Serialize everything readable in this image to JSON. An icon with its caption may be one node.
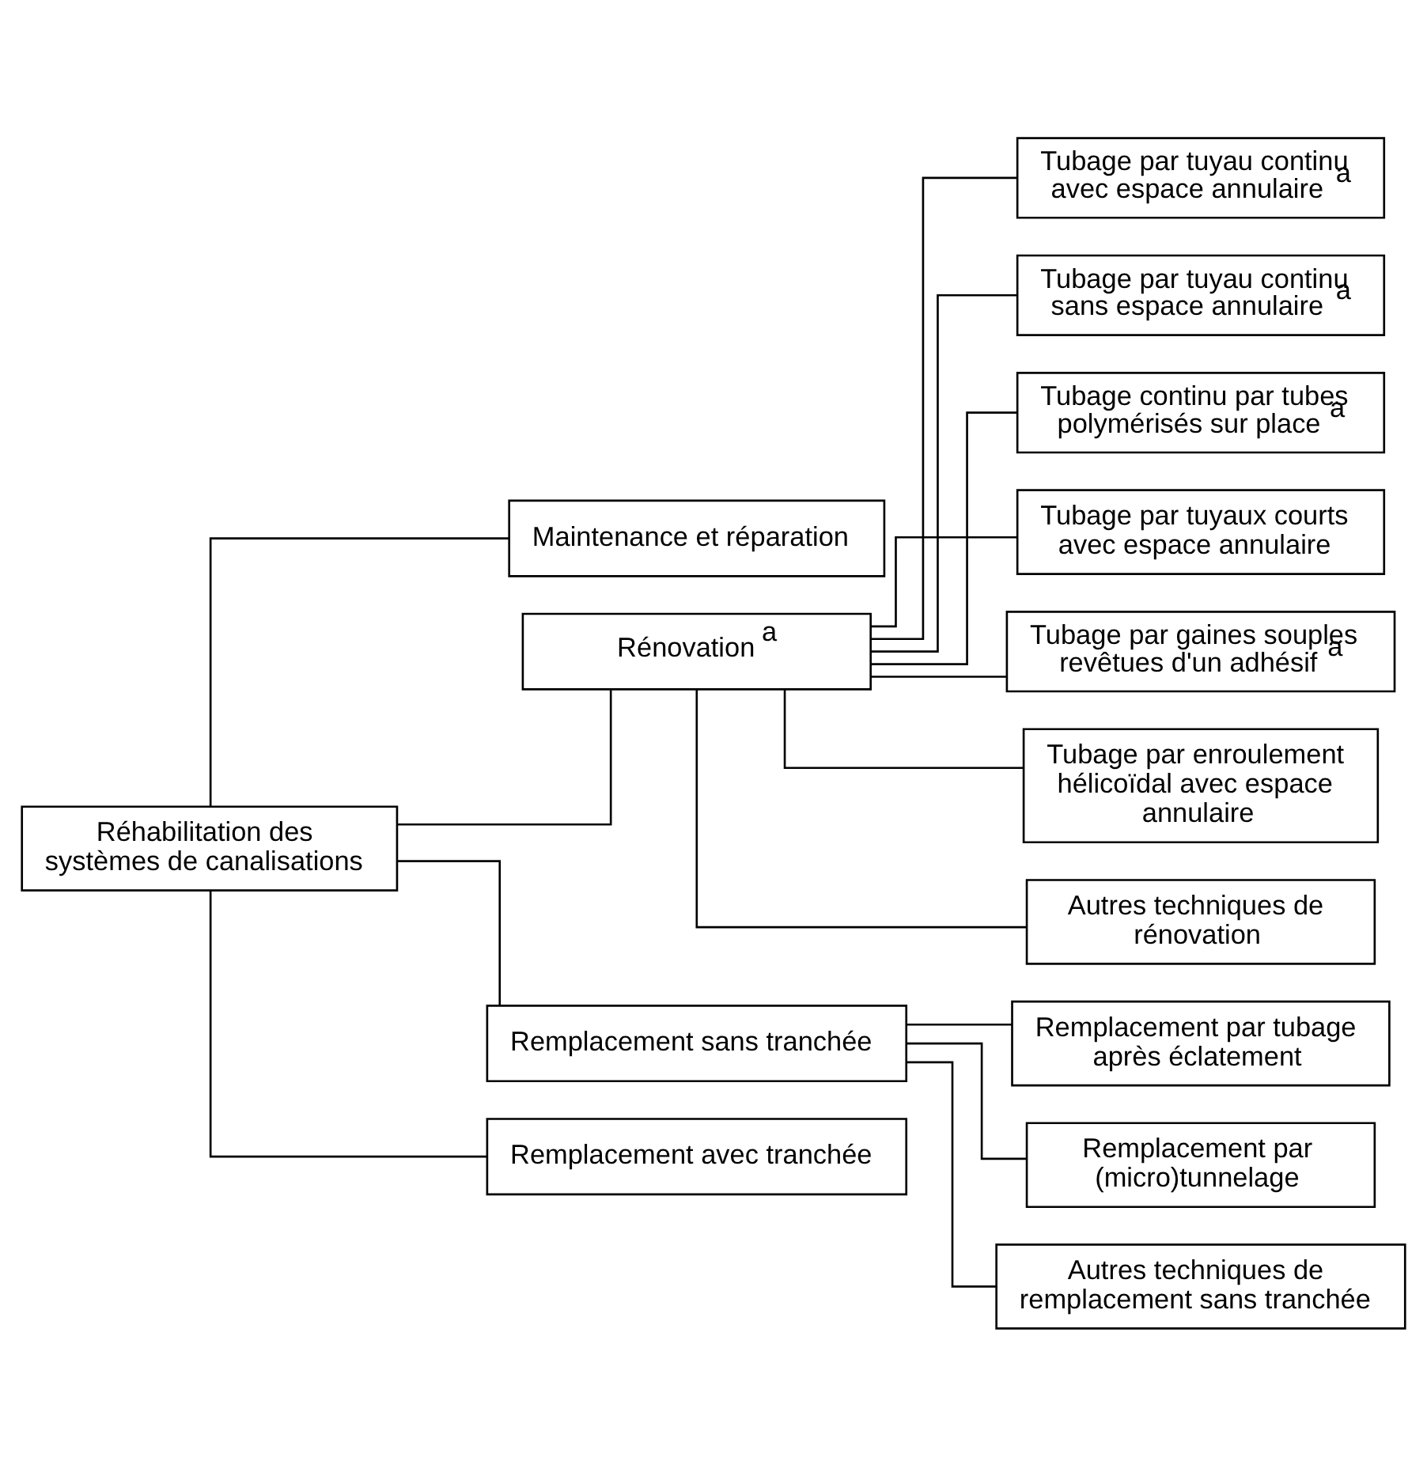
{
  "diagram": {
    "nodes": [
      {
        "text": [
          "Réhabilitation des systèmes de canalisations"
        ]
      },
      {
        "text": [
          "Maintenance et réparation"
        ]
      },
      {
        "text": [
          "Rénovation$^{a}$"
        ]
      },
      {
        "text": [
          "Remplacement sans tranchée"
        ]
      },
      {
        "text": [
          "Remplacement avec tranchée"
        ]
      },
      {
        "text": [
          "Tubage par tuyau continu avec espace annulaire$^{a}$"
        ]
      },
      {
        "text": [
          "Tubage par tuyau continu sans espace annulaire$^{a}$"
        ]
      },
      {
        "text": [
          "Tubage continu par tubes polymérisés sur place$^{a}$"
        ]
      },
      {
        "text": [
          "Tubage par tuyaux courts avec espace annulaire"
        ]
      },
      {
        "text": [
          "Tubage par gaines souples revêtues d'un adhésif$^{a}$"
        ]
      },
      {
        "text": [
          "Tubage par enroulement hélicoïdal avec espace annulaire"
        ]
      },
      {
        "text": [
          "Autres techniques de rénovation"
        ]
      },
      {
        "text": [
          "Remplacement par tubage après éclatement"
        ]
      },
      {
        "text": [
          "Remplacement par (micro)tunnelage"
        ]
      },
      {
        "text": [
          "Autres techniques de remplacement sans tranchée"
        ]
      }
    ],
    "edges": [
      {
        "from": 0,
        "to": 1,
        "arrow": "none"
      },
      {
        "from": 0,
        "to": 2,
        "arrow": "none"
      },
      {
        "from": 0,
        "to": 3,
        "arrow": "none"
      },
      {
        "from": 0,
        "to": 4,
        "arrow": "none"
      },
      {
        "from": 2,
        "to": 5,
        "arrow": "none"
      },
      {
        "from": 2,
        "to": 6,
        "arrow": "none"
      },
      {
        "from": 2,
        "to": 7,
        "arrow": "none"
      },
      {
        "from": 2,
        "to": 8,
        "arrow": "none"
      },
      {
        "from": 2,
        "to": 9,
        "arrow": "none"
      },
      {
        "from": 2,
        "to": 10,
        "arrow": "none"
      },
      {
        "from": 2,
        "to": 11,
        "arrow": "none"
      },
      {
        "from": 3,
        "to": 12,
        "arrow": "none"
      },
      {
        "from": 3,
        "to": 13,
        "arrow": "none"
      },
      {
        "from": 3,
        "to": 14,
        "arrow": "none"
      }
    ]
  }
}
